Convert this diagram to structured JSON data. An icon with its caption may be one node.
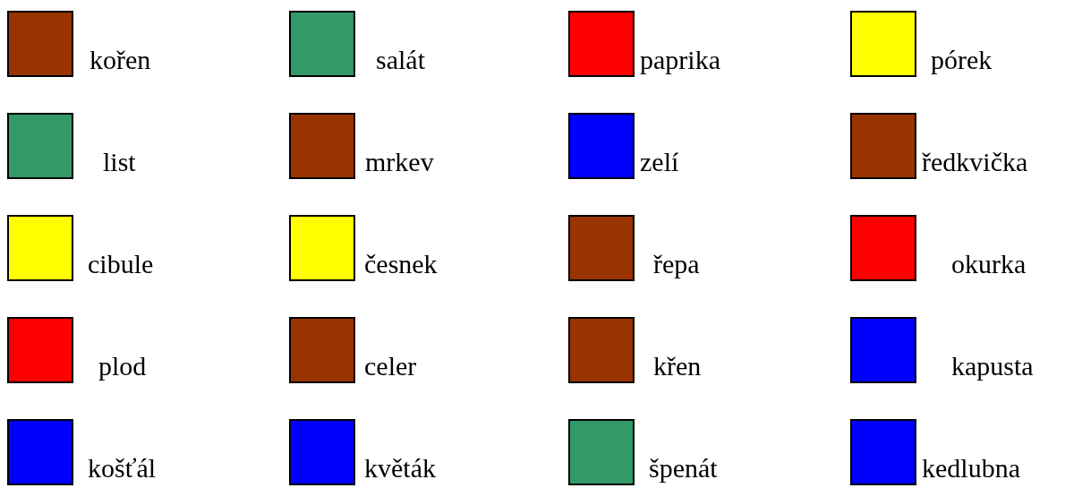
{
  "diagram": {
    "legend": [
      {
        "text": "kořen",
        "color": "#993300"
      },
      {
        "text": "salát",
        "color": "#339966"
      },
      {
        "text": "paprika",
        "color": "#ff0000"
      },
      {
        "text": "pórek",
        "color": "#ffff00"
      },
      {
        "text": "list",
        "color": "#339966"
      },
      {
        "text": "mrkev",
        "color": "#993300"
      },
      {
        "text": "zelí",
        "color": "#0000ff"
      },
      {
        "text": "ředkvička",
        "color": "#993300"
      },
      {
        "text": "cibule",
        "color": "#ffff00"
      },
      {
        "text": "česnek",
        "color": "#ffff00"
      },
      {
        "text": "řepa",
        "color": "#993300"
      },
      {
        "text": "okurka",
        "color": "#ff0000"
      },
      {
        "text": "plod",
        "color": "#ff0000"
      },
      {
        "text": "celer",
        "color": "#993300"
      },
      {
        "text": "křen",
        "color": "#993300"
      },
      {
        "text": "kapusta",
        "color": "#0000ff"
      },
      {
        "text": "košťál",
        "color": "#0000ff"
      },
      {
        "text": "květák",
        "color": "#0000ff"
      },
      {
        "text": "špenát",
        "color": "#339966"
      },
      {
        "text": "kedlubna",
        "color": "#0000ff"
      }
    ]
  }
}
